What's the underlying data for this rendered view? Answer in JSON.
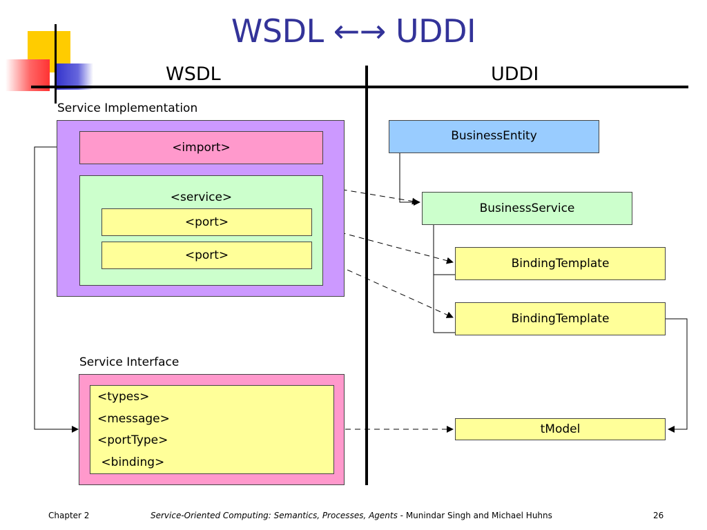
{
  "title": "WSDL ←→ UDDI",
  "columns": {
    "left": "WSDL",
    "right": "UDDI"
  },
  "wsdl": {
    "service_implementation": {
      "caption": "Service Implementation",
      "import": "<import>",
      "service": "<service>",
      "ports": [
        "<port>",
        "<port>"
      ]
    },
    "service_interface": {
      "caption": "Service Interface",
      "items": [
        "<types>",
        "<message>",
        "<portType>",
        " <binding>"
      ]
    }
  },
  "uddi": {
    "business_entity": "BusinessEntity",
    "business_service": "BusinessService",
    "binding_templates": [
      "BindingTemplate",
      "BindingTemplate"
    ],
    "tmodel": "tModel"
  },
  "footer": {
    "chapter": "Chapter 2",
    "book_title": "Service-Oriented Computing: Semantics, Processes, Agents",
    "authors": " - Munindar Singh and Michael Huhns",
    "page_number": "26"
  },
  "colors": {
    "title": "#333399",
    "purple_box": "#cc99ff",
    "pink_box": "#ff99cc",
    "green_box": "#ccffcc",
    "yellow_box": "#ffff99",
    "blue_box": "#99ccff",
    "deco_yellow": "#ffcc00",
    "deco_red": "#ff3333",
    "deco_blue": "#3333cc"
  }
}
